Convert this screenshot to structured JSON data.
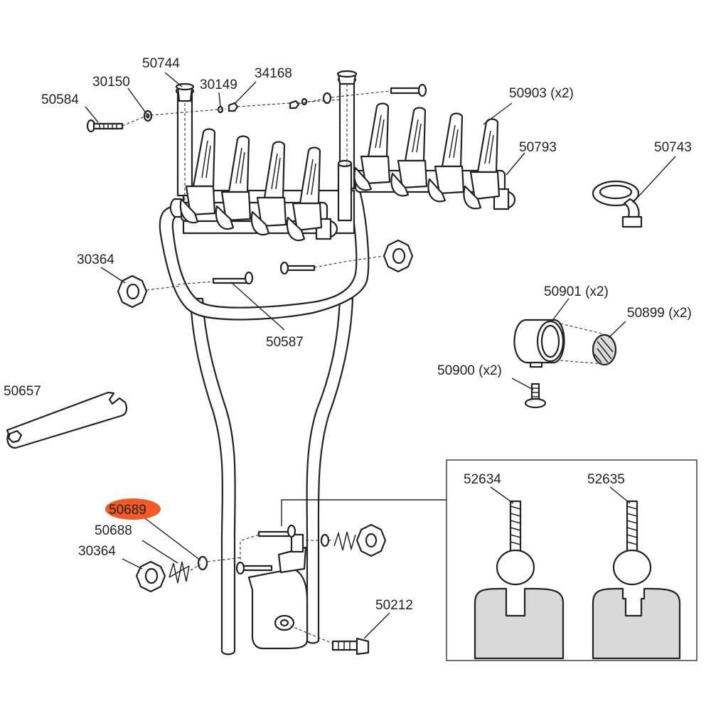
{
  "highlight_color": "#f15a24",
  "text_color": "#222222",
  "labels": {
    "p50744": "50744",
    "p30150": "30150",
    "p30149": "30149",
    "p34168": "34168",
    "p50584": "50584",
    "p50903": "50903 (x2)",
    "p50793": "50793",
    "p50743": "50743",
    "p30364_top": "30364",
    "p50587": "50587",
    "p50901": "50901 (x2)",
    "p50899": "50899 (x2)",
    "p50900": "50900 (x2)",
    "p50657": "50657",
    "p50689": "50689",
    "p50688": "50688",
    "p30364_bottom": "30364",
    "p50212": "50212",
    "p52634": "52634",
    "p52635": "52635"
  },
  "highlighted_part": "50689"
}
